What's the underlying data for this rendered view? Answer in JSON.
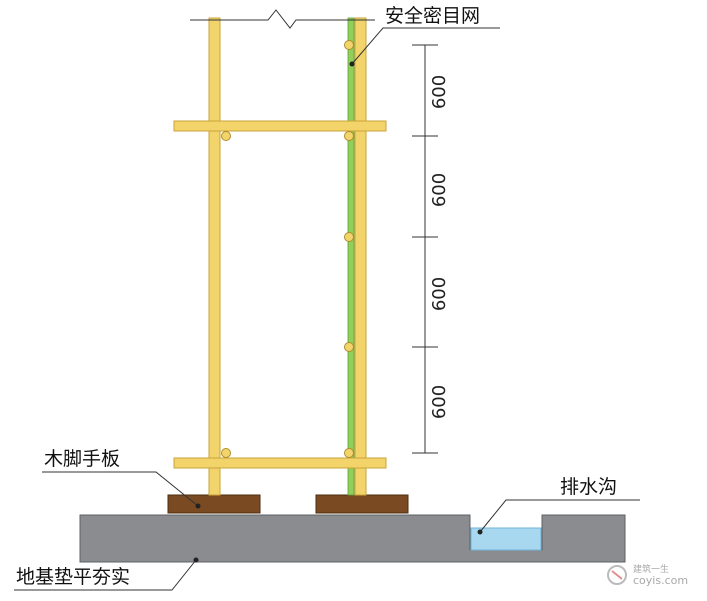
{
  "labels": {
    "safety_net": "安全密目网",
    "wood_board": "木脚手板",
    "drainage_ditch": "排水沟",
    "foundation": "地基垫平夯实"
  },
  "dimensions": {
    "segments": [
      "600",
      "600",
      "600",
      "600"
    ]
  },
  "watermark": {
    "cn": "建筑一生",
    "url": "coyis.com"
  },
  "colors": {
    "pole": "#f2d46b",
    "pole_edge": "#c9a53a",
    "net": "#8fcf5a",
    "board": "#7a4a22",
    "ground": "#8a8c90",
    "water": "#a8d8ef",
    "line": "#333333"
  }
}
